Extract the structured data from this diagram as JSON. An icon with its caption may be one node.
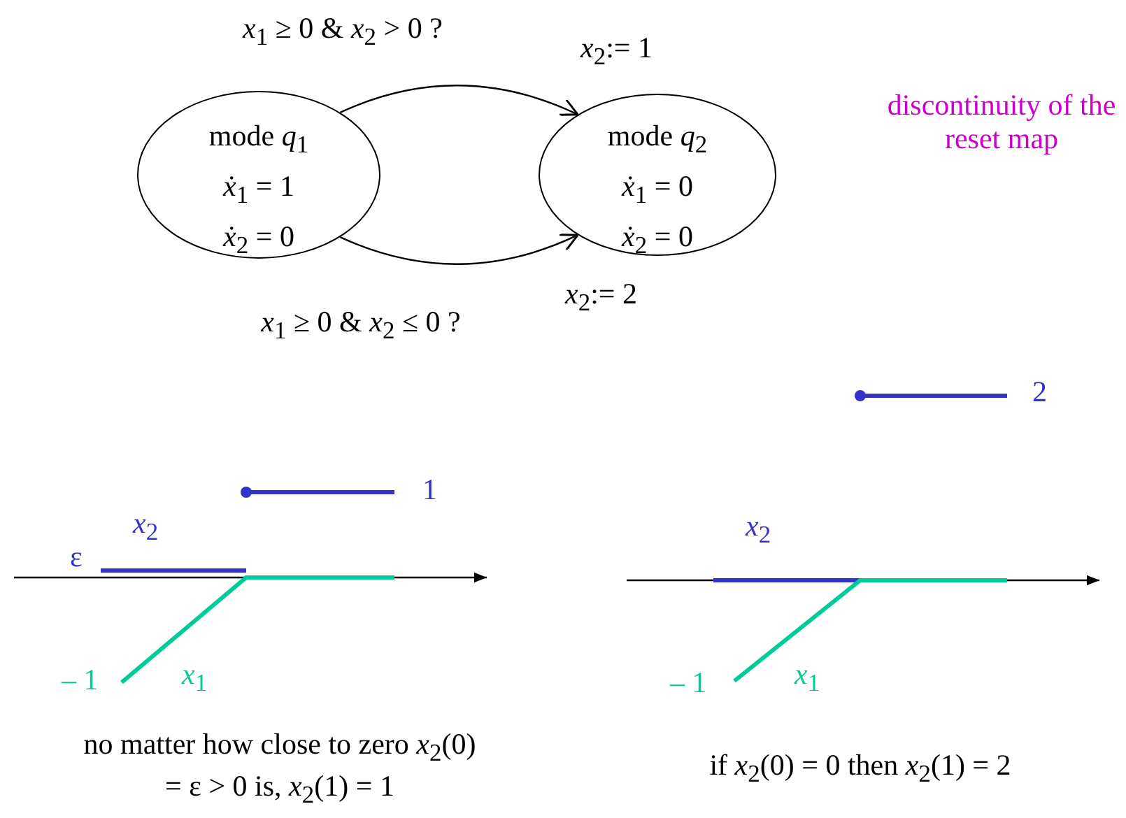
{
  "diagram": {
    "nodes": [
      {
        "text": [
          "mode *q*$_{1}$",
          "*ẋ*$_{1}$ = 1",
          "*ẋ*$_{2}$ = 0"
        ]
      },
      {
        "text": [
          "mode *q*$_{2}$",
          "*ẋ*$_{1}$ = 0",
          "*ẋ*$_{2}$ = 0"
        ]
      }
    ],
    "edges": [
      {
        "from": 0,
        "to": 1,
        "arrow": "to",
        "label": "*x*$_{1}$ ≥ 0 & *x*$_{2}$ > 0 ?"
      },
      {
        "from": 0,
        "to": 1,
        "arrow": "to",
        "label": "*x*$_{1}$ ≥ 0 & *x*$_{2}$ ≤ 0 ?"
      }
    ],
    "labels": [
      "*x*$_{2}$:= 1",
      "discontinuity of the reset map",
      "*x*$_{2}$:= 2",
      "2",
      "1",
      "*x*$_{2}$",
      "*x*$_{2}$",
      "ε",
      "– 1",
      "*x*$_{1}$",
      "– 1",
      "*x*$_{1}$",
      "no matter how close to zero *x*$_{2}$(0) = ε > 0 is, *x*$_{2}$(1) = 1",
      "if *x*$_{2}$(0) = 0 then *x*$_{2}$(1) = 2"
    ]
  }
}
